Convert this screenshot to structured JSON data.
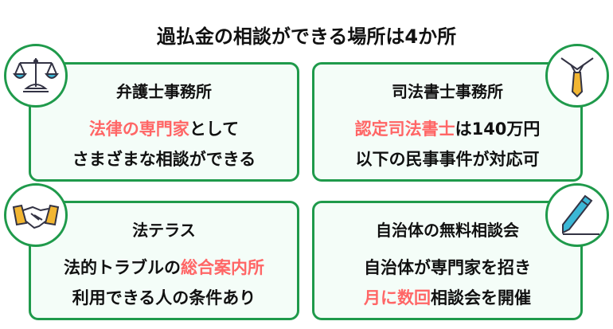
{
  "title": "過払金の相談ができる場所は4か所",
  "colors": {
    "border": "#1f9a4b",
    "highlight": "#ff6666",
    "card_bg": "#f4fdf8"
  },
  "cards": [
    {
      "heading": "弁護士事務所",
      "icon": "scales-icon",
      "lines": [
        [
          {
            "t": "法律の専門家",
            "h": true
          },
          {
            "t": "として",
            "h": false
          }
        ],
        [
          {
            "t": "さまざまな相談ができる",
            "h": false
          }
        ]
      ]
    },
    {
      "heading": "司法書士事務所",
      "icon": "necktie-icon",
      "lines": [
        [
          {
            "t": "認定司法書士",
            "h": true
          },
          {
            "t": "は140万円",
            "h": false
          }
        ],
        [
          {
            "t": "以下の民事事件が対応可",
            "h": false
          }
        ]
      ]
    },
    {
      "heading": "法テラス",
      "icon": "handshake-icon",
      "lines": [
        [
          {
            "t": "法的トラブルの",
            "h": false
          },
          {
            "t": "総合案内所",
            "h": true
          }
        ],
        [
          {
            "t": "利用できる人の条件あり",
            "h": false
          }
        ]
      ]
    },
    {
      "heading": "自治体の無料相談会",
      "icon": "pen-icon",
      "lines": [
        [
          {
            "t": "自治体が専門家を招き",
            "h": false
          }
        ],
        [
          {
            "t": "月に数回",
            "h": true
          },
          {
            "t": "相談会を開催",
            "h": false
          }
        ]
      ]
    }
  ]
}
